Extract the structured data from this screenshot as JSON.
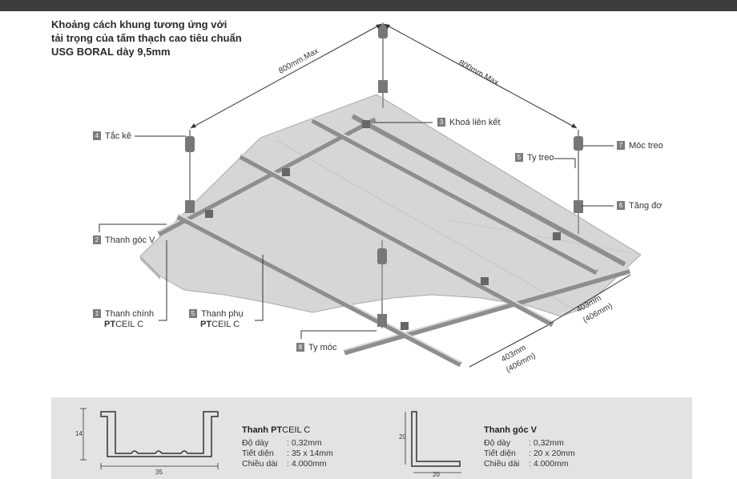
{
  "title": {
    "line1": "Khoảng cách khung tương ứng với",
    "line2": "tải trọng của tấm thạch cao tiêu chuẩn",
    "line3": "USG BORAL dày 9,5mm"
  },
  "dimensions": {
    "left_span": "800mm.Max",
    "right_span": "800mm.Max",
    "spacing_a_main": "403mm",
    "spacing_a_alt": "(406mm)",
    "spacing_b_main": "403mm",
    "spacing_b_alt": "(406mm)"
  },
  "callouts": [
    {
      "num": "1",
      "text": "Thanh chính",
      "sub_bold": "PT",
      "sub": "CEIL C"
    },
    {
      "num": "2",
      "text": "Thanh góc V"
    },
    {
      "num": "3",
      "text": "Khoá liên kết"
    },
    {
      "num": "4",
      "text": "Tắc kê"
    },
    {
      "num": "5",
      "text": "Thanh phụ",
      "sub_bold": "PT",
      "sub": "CEIL C"
    },
    {
      "num": "5",
      "text": "Ty treo"
    },
    {
      "num": "6",
      "text": "Tăng đơ"
    },
    {
      "num": "7",
      "text": "Móc treo"
    },
    {
      "num": "8",
      "text": "Ty móc"
    }
  ],
  "specs": {
    "c_channel": {
      "title_prefix": "Thanh ",
      "title_bold": "PT",
      "title_rest": "CEIL C",
      "dim_height": "14",
      "dim_width": "35",
      "rows": [
        {
          "key": "Độ dày",
          "value": ": 0,32mm"
        },
        {
          "key": "Tiết diện",
          "value": ": 35 x 14mm"
        },
        {
          "key": "Chiều dài",
          "value": ": 4.000mm"
        }
      ]
    },
    "angle": {
      "title": "Thanh góc V",
      "dim_height": "20",
      "dim_width": "20",
      "rows": [
        {
          "key": "Độ dày",
          "value": ": 0,32mm"
        },
        {
          "key": "Tiết diện",
          "value": ": 20 x 20mm"
        },
        {
          "key": "Chiều dài",
          "value": ": 4.000mm"
        }
      ]
    }
  },
  "colors": {
    "board": "#d6d6d6",
    "board_edge": "#a9a9a9",
    "rail": "#c4c4c4",
    "rail_dark": "#8e8e8e",
    "spec_bg": "#e3e3e3",
    "badge": "#7c7c7c"
  }
}
